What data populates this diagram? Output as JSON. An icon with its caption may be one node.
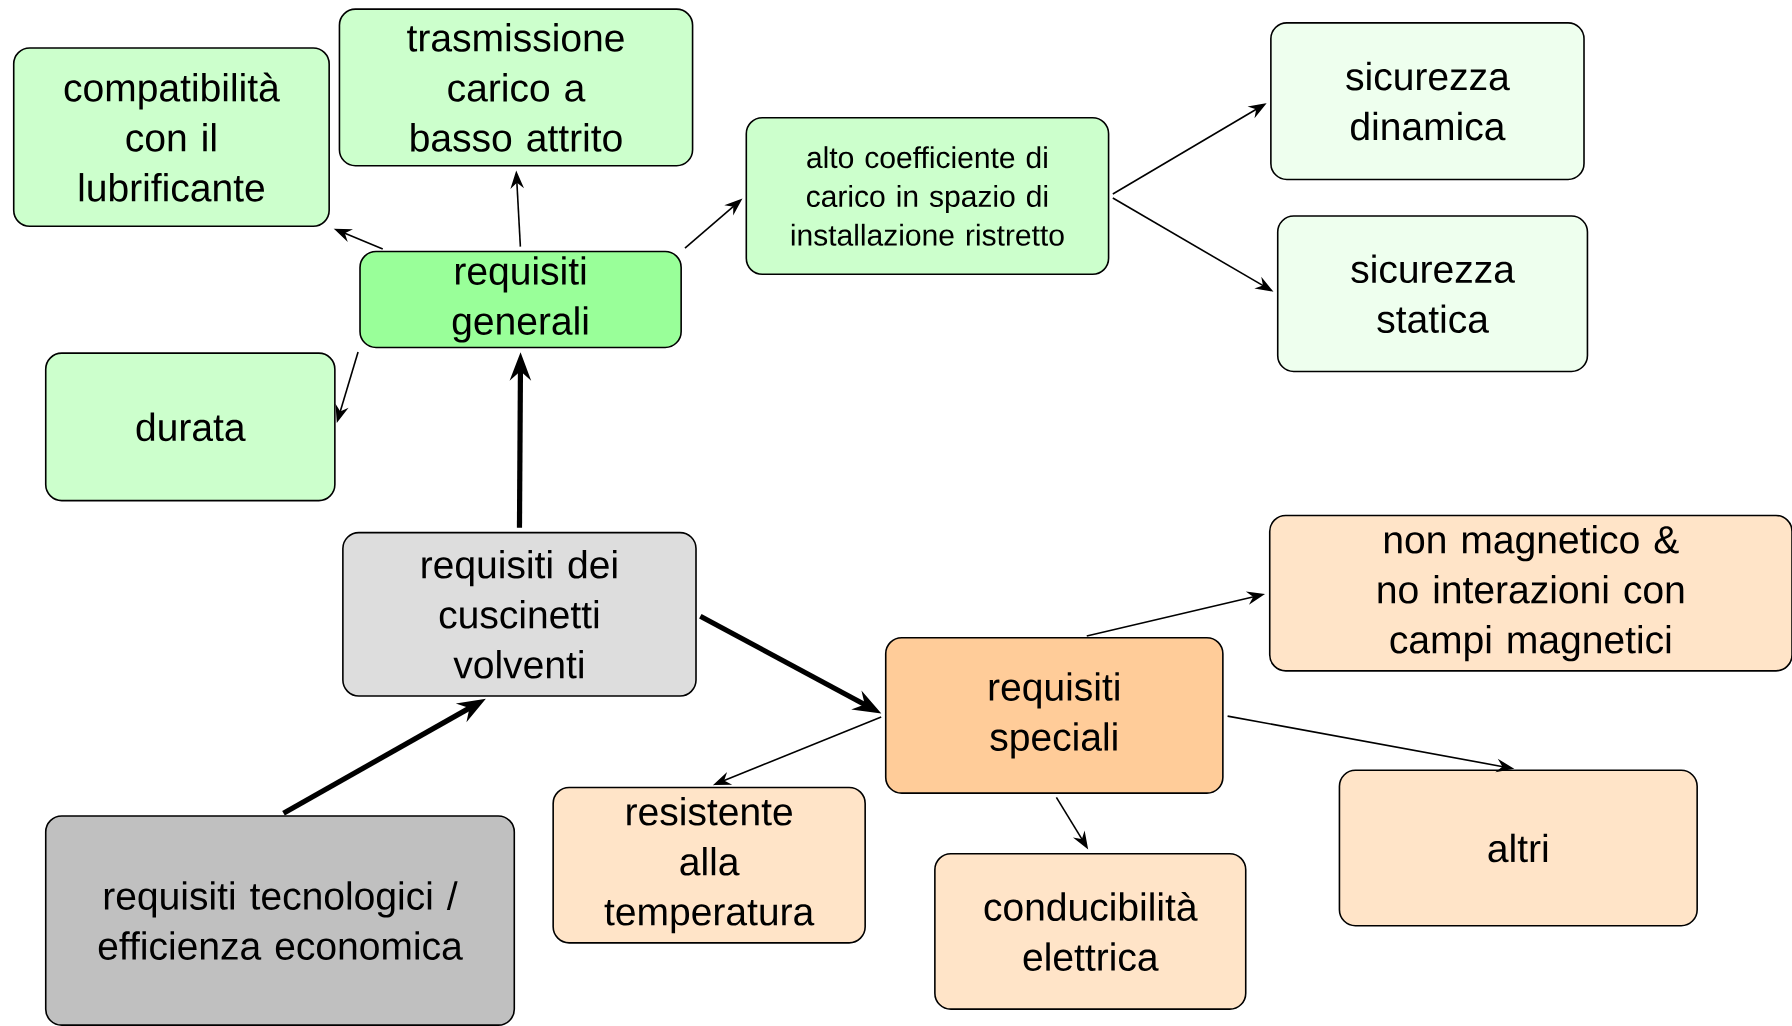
{
  "diagram": {
    "nodes": [
      {
        "text": [
          "compatibilità con il lubrificante"
        ]
      },
      {
        "text": [
          "trasmissione carico a basso attrito"
        ]
      },
      {
        "text": [
          "requisiti generali"
        ]
      },
      {
        "text": [
          "alto coefficiente di carico in spazio di installazione ristretto"
        ]
      },
      {
        "text": [
          "sicurezza dinamica"
        ]
      },
      {
        "text": [
          "sicurezza statica"
        ]
      },
      {
        "text": [
          "durata"
        ]
      },
      {
        "text": [
          "requisiti dei cuscinetti volventi"
        ]
      },
      {
        "text": [
          "non magnetico & no interazioni con campi magnetici"
        ]
      },
      {
        "text": [
          "requisiti speciali"
        ]
      },
      {
        "text": [
          "resistente alla temperatura"
        ]
      },
      {
        "text": [
          "conducibilità elettrica"
        ]
      },
      {
        "text": [
          "altri"
        ]
      },
      {
        "text": [
          "requisiti tecnologici / efficienza economica"
        ]
      }
    ],
    "edges": [
      {
        "from": 2,
        "to": 0,
        "arrow": "to"
      },
      {
        "from": 2,
        "to": 1,
        "arrow": "to"
      },
      {
        "from": 2,
        "to": 3,
        "arrow": "to"
      },
      {
        "from": 3,
        "to": 4,
        "arrow": "to"
      },
      {
        "from": 3,
        "to": 5,
        "arrow": "to"
      },
      {
        "from": 2,
        "to": 6,
        "arrow": "to"
      },
      {
        "from": 7,
        "to": 2,
        "arrow": "to",
        "style": "thick"
      },
      {
        "from": 13,
        "to": 7,
        "arrow": "to",
        "style": "thick"
      },
      {
        "from": 7,
        "to": 9,
        "arrow": "to",
        "style": "thick"
      },
      {
        "from": 9,
        "to": 8,
        "arrow": "to"
      },
      {
        "from": 9,
        "to": 10,
        "arrow": "to"
      },
      {
        "from": 9,
        "to": 11,
        "arrow": "to"
      },
      {
        "from": 9,
        "to": 12,
        "arrow": "to"
      }
    ]
  }
}
